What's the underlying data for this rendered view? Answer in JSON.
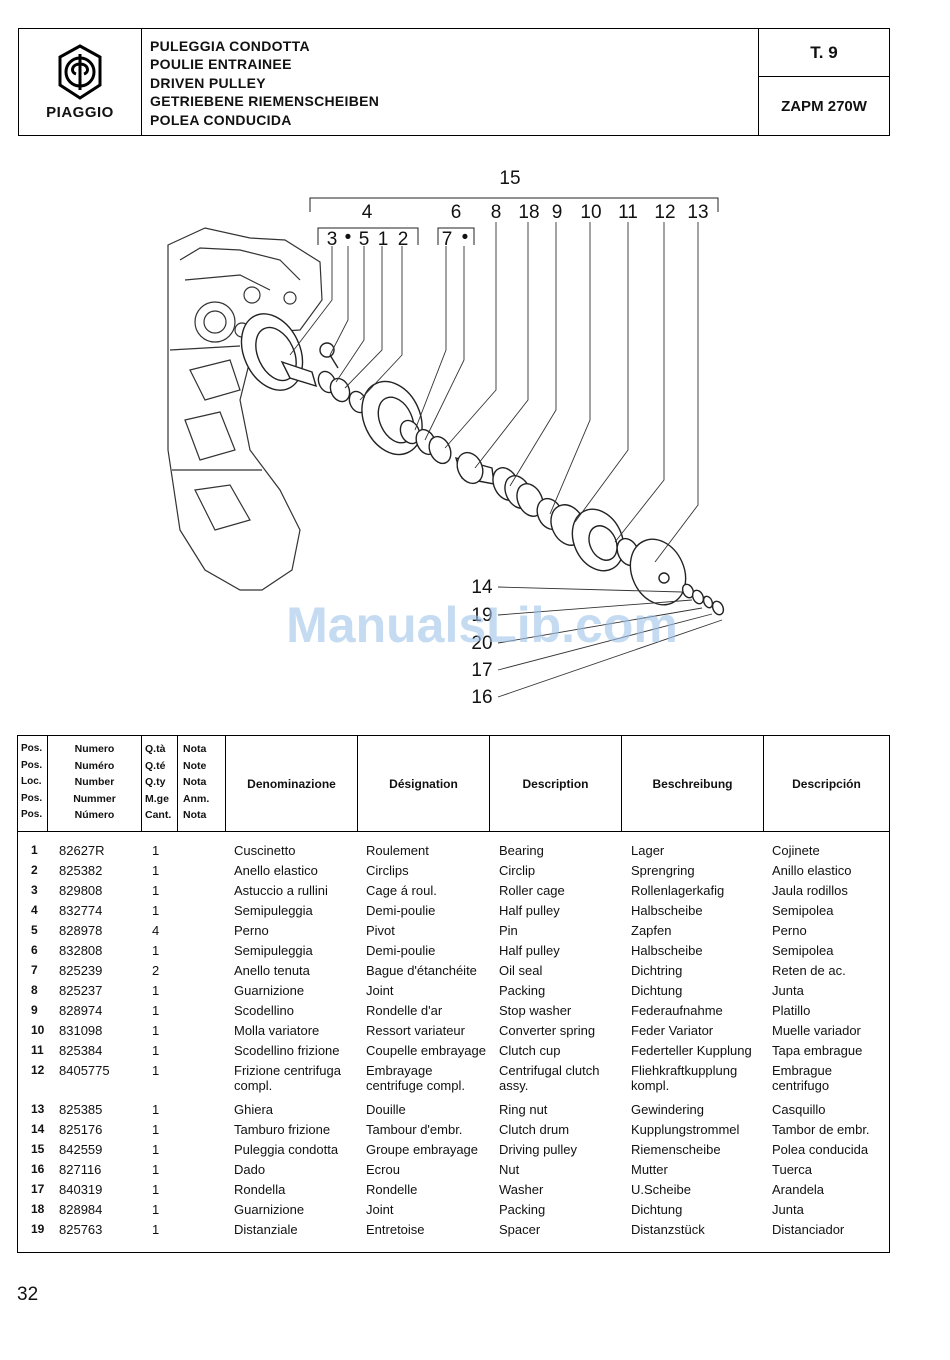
{
  "header": {
    "logo_text": "PIAGGIO",
    "titles": [
      "PULEGGIA CONDOTTA",
      "POULIE ENTRAINEE",
      "DRIVEN PULLEY",
      "GETRIEBENE  RIEMENSCHEIBEN",
      "POLEA CONDUCIDA"
    ],
    "table_code": "T. 9",
    "model_code": "ZAPM 270W"
  },
  "diagram": {
    "watermark": "ManualsLib.com",
    "callouts": {
      "c15": "15",
      "c4": "4",
      "c6": "6",
      "c8": "8",
      "c18": "18",
      "c9": "9",
      "c10": "10",
      "c11": "11",
      "c12": "12",
      "c13": "13",
      "c3": "3",
      "c5": "5",
      "c1": "1",
      "c2": "2",
      "c7": "7",
      "c14": "14",
      "c19": "19",
      "c20": "20",
      "c17": "17",
      "c16": "16",
      "dot": "•"
    }
  },
  "table": {
    "header": {
      "pos": [
        "Pos.",
        "Pos.",
        "Loc.",
        "Pos.",
        "Pos."
      ],
      "numero": [
        "Numero",
        "Numéro",
        "Number",
        "Nummer",
        "Número"
      ],
      "qty": [
        "Q.tà",
        "Q.té",
        "Q.ty",
        "M.ge",
        "Cant."
      ],
      "nota": [
        "Nota",
        "Note",
        "Nota",
        "Anm.",
        "Nota"
      ],
      "denominazione": "Denominazione",
      "designation": "Désignation",
      "description": "Description",
      "beschreibung": "Beschreibung",
      "descripcion": "Descripción"
    },
    "rows": [
      {
        "pos": "1",
        "num": "82627R",
        "qty": "1",
        "it": "Cuscinetto",
        "fr": "Roulement",
        "en": "Bearing",
        "de": "Lager",
        "es": "Cojinete"
      },
      {
        "pos": "2",
        "num": "825382",
        "qty": "1",
        "it": "Anello elastico",
        "fr": "Circlips",
        "en": "Circlip",
        "de": "Sprengring",
        "es": "Anillo elastico"
      },
      {
        "pos": "3",
        "num": "829808",
        "qty": "1",
        "it": "Astuccio a rullini",
        "fr": "Cage á roul.",
        "en": "Roller cage",
        "de": "Rollenlagerkafig",
        "es": "Jaula rodillos"
      },
      {
        "pos": "4",
        "num": "832774",
        "qty": "1",
        "it": "Semipuleggia",
        "fr": "Demi-poulie",
        "en": "Half pulley",
        "de": "Halbscheibe",
        "es": "Semipolea"
      },
      {
        "pos": "5",
        "num": "828978",
        "qty": "4",
        "it": "Perno",
        "fr": "Pivot",
        "en": "Pin",
        "de": "Zapfen",
        "es": "Perno"
      },
      {
        "pos": "6",
        "num": "832808",
        "qty": "1",
        "it": "Semipuleggia",
        "fr": "Demi-poulie",
        "en": "Half pulley",
        "de": "Halbscheibe",
        "es": "Semipolea"
      },
      {
        "pos": "7",
        "num": "825239",
        "qty": "2",
        "it": "Anello tenuta",
        "fr": "Bague d'étanchéite",
        "en": "Oil seal",
        "de": "Dichtring",
        "es": "Reten de ac."
      },
      {
        "pos": "8",
        "num": "825237",
        "qty": "1",
        "it": "Guarnizione",
        "fr": "Joint",
        "en": "Packing",
        "de": "Dichtung",
        "es": "Junta"
      },
      {
        "pos": "9",
        "num": "828974",
        "qty": "1",
        "it": "Scodellino",
        "fr": "Rondelle d'ar",
        "en": "Stop washer",
        "de": "Federaufnahme",
        "es": "Platillo"
      },
      {
        "pos": "10",
        "num": "831098",
        "qty": "1",
        "it": "Molla variatore",
        "fr": "Ressort variateur",
        "en": "Converter spring",
        "de": "Feder Variator",
        "es": "Muelle variador"
      },
      {
        "pos": "11",
        "num": "825384",
        "qty": "1",
        "it": "Scodellino frizione",
        "fr": "Coupelle embrayage",
        "en": "Clutch cup",
        "de": "Federteller Kupplung",
        "es": "Tapa embrague"
      },
      {
        "pos": "12",
        "num": "8405775",
        "qty": "1",
        "it": "Frizione centrifuga",
        "it2": "compl.",
        "fr": "Embrayage",
        "fr2": "centrifuge compl.",
        "en": "Centrifugal clutch",
        "en2": "assy.",
        "de": "Fliehkraftkupplung",
        "de2": "kompl.",
        "es": "Embrague",
        "es2": "centrifugo"
      },
      {
        "pos": "13",
        "num": "825385",
        "qty": "1",
        "it": "Ghiera",
        "fr": "Douille",
        "en": "Ring nut",
        "de": "Gewindering",
        "es": "Casquillo"
      },
      {
        "pos": "14",
        "num": "825176",
        "qty": "1",
        "it": "Tamburo frizione",
        "fr": "Tambour d'embr.",
        "en": "Clutch drum",
        "de": "Kupplungstrommel",
        "es": "Tambor de embr."
      },
      {
        "pos": "15",
        "num": "842559",
        "qty": "1",
        "it": "Puleggia condotta",
        "fr": "Groupe embrayage",
        "en": "Driving pulley",
        "de": "Riemenscheibe",
        "es": "Polea conducida"
      },
      {
        "pos": "16",
        "num": "827116",
        "qty": "1",
        "it": "Dado",
        "fr": "Ecrou",
        "en": "Nut",
        "de": "Mutter",
        "es": "Tuerca"
      },
      {
        "pos": "17",
        "num": "840319",
        "qty": "1",
        "it": "Rondella",
        "fr": "Rondelle",
        "en": "Washer",
        "de": "U.Scheibe",
        "es": "Arandela"
      },
      {
        "pos": "18",
        "num": "828984",
        "qty": "1",
        "it": "Guarnizione",
        "fr": "Joint",
        "en": "Packing",
        "de": "Dichtung",
        "es": "Junta"
      },
      {
        "pos": "19",
        "num": "825763",
        "qty": "1",
        "it": "Distanziale",
        "fr": "Entretoise",
        "en": "Spacer",
        "de": "Distanzstück",
        "es": "Distanciador"
      }
    ]
  },
  "page_number": "32"
}
